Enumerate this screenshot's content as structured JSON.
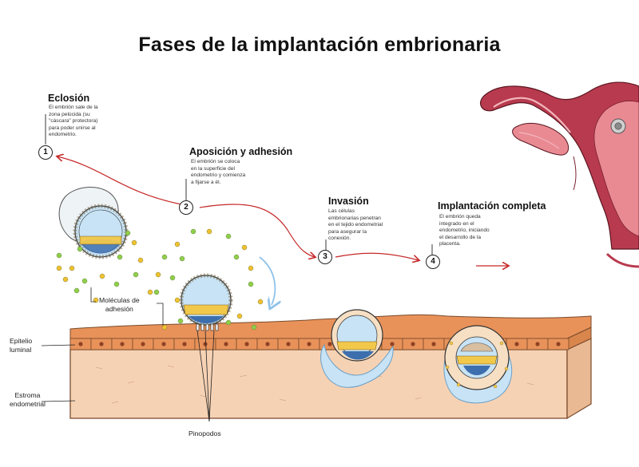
{
  "title": "Fases de la implantación embrionaria",
  "steps": [
    {
      "number": "1",
      "title": "Eclosión",
      "description": [
        "El embrión sale de la",
        "zona pelúcida (su",
        "\"cáscara\" protectora)",
        "para poder unirse al",
        "endometrio."
      ]
    },
    {
      "number": "2",
      "title": "Aposición y adhesión",
      "description": [
        "El embrión se coloca",
        "en la superficie del",
        "endometrio y comienza",
        "a fijarse a él."
      ]
    },
    {
      "number": "3",
      "title": "Invasión",
      "description": [
        "Las células",
        "embrionarias penetran",
        "en el tejido endometrial",
        "para asegurar la",
        "conexión."
      ]
    },
    {
      "number": "4",
      "title": "Implantación completa",
      "description": [
        "El embrión queda",
        "integrado en el",
        "endometrio, iniciando",
        "el desarrollo de la",
        "placenta."
      ]
    }
  ],
  "labels": {
    "adhesion_molecules": [
      "Moléculas de",
      "adhesión"
    ],
    "luminal_epithelium": [
      "Epitelio",
      "luminal"
    ],
    "endometrial_stroma": [
      "Estroma",
      "endometrial"
    ],
    "pinopodes": "Pinopodos"
  },
  "colors": {
    "arrow": "#c62828",
    "epithelium": "#e8925a",
    "stroma": "#f6d2b4",
    "trophoblast": "#f7dfc3",
    "inner_cell_mass": "#f2c84b",
    "blastocoel": "#c7e3f5",
    "embryo_core": "#3d6fae",
    "uterus": "#b83a4e",
    "uterus_light": "#e98a93",
    "molecule_green": "#8fcf4a",
    "molecule_yellow": "#f2c12e",
    "motion_arrow": "#8ec2ea"
  }
}
